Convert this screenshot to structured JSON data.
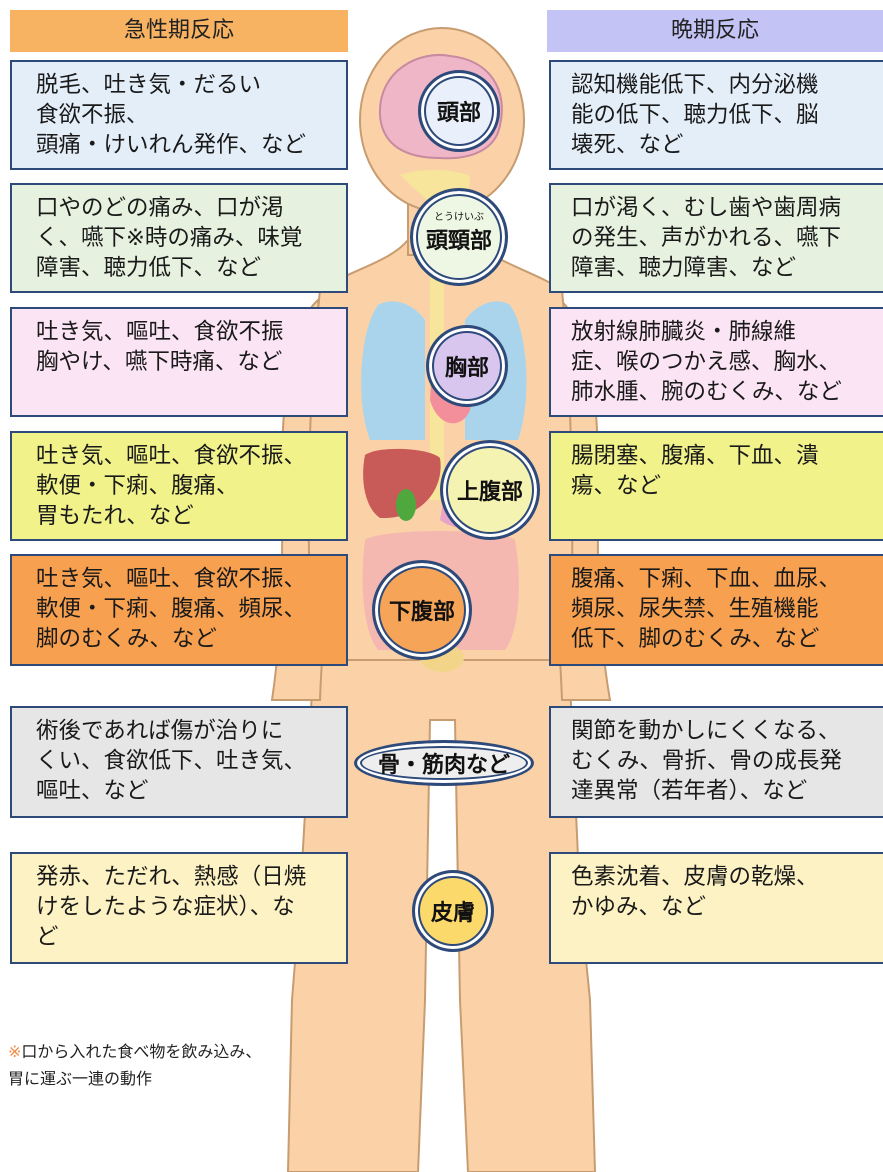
{
  "headers": {
    "acute": "急性期反応",
    "late": "晩期反応"
  },
  "rows": [
    {
      "key": "head",
      "region": "頭部",
      "ruby": "",
      "color": "#e4eef9",
      "regionColor": "#e9f0fb",
      "acute": "脱毛、吐き気・だるい\n食欲不振、\n頭痛・けいれん発作、など",
      "late": "認知機能低下、内分泌機\n能の低下、聴力低下、脳\n壊死、など"
    },
    {
      "key": "neck",
      "region": "頭頸部",
      "ruby": "とうけいぶ",
      "color": "#e6f1df",
      "regionColor": "#eef7e4",
      "acute": "口やのどの痛み、口が渇\nく、嚥下※時の痛み、味覚\n障害、聴力低下、など",
      "late": "口が渇く、むし歯や歯周病\nの発生、声がかれる、嚥下\n障害、聴力障害、など"
    },
    {
      "key": "chest",
      "region": "胸部",
      "ruby": "",
      "color": "#fbe4f3",
      "regionColor": "#d9c6ee",
      "acute": "吐き気、嘔吐、食欲不振\n胸やけ、嚥下時痛、など",
      "late": "放射線肺臓炎・肺線維\n症、喉のつかえ感、胸水、\n肺水腫、腕のむくみ、など"
    },
    {
      "key": "upper-abdomen",
      "region": "上腹部",
      "ruby": "",
      "color": "#f1f28a",
      "regionColor": "#f5f3b2",
      "acute": "吐き気、嘔吐、食欲不振、\n軟便・下痢、腹痛、\n胃もたれ、など",
      "late": "腸閉塞、腹痛、下血、潰\n瘍、など"
    },
    {
      "key": "lower-abdomen",
      "region": "下腹部",
      "ruby": "",
      "color": "#f7a04f",
      "regionColor": "#f6a458",
      "acute": "吐き気、嘔吐、食欲不振、\n軟便・下痢、腹痛、頻尿、\n脚のむくみ、など",
      "late": "腹痛、下痢、下血、血尿、\n頻尿、尿失禁、生殖機能\n低下、脚のむくみ、など"
    },
    {
      "key": "bone-muscle",
      "region": "骨・筋肉など",
      "ruby": "",
      "color": "#e6e6e6",
      "regionColor": "#eeeeee",
      "acute": "術後であれば傷が治りに\nくい、食欲低下、吐き気、\n嘔吐、など",
      "late": "関節を動かしにくくなる、\nむくみ、骨折、骨の成長発\n達異常（若年者）、など"
    },
    {
      "key": "skin",
      "region": "皮膚",
      "ruby": "",
      "color": "#fdf2c4",
      "regionColor": "#fbd96a",
      "acute": "発赤、ただれ、熱感（日焼\nけをしたような症状）、な\nど",
      "late": "色素沈着、皮膚の乾燥、\nかゆみ、など"
    }
  ],
  "footnote": {
    "mark": "※",
    "text": "口から入れた食べ物を飲み込み、\n胃に運ぶ一連の動作"
  }
}
